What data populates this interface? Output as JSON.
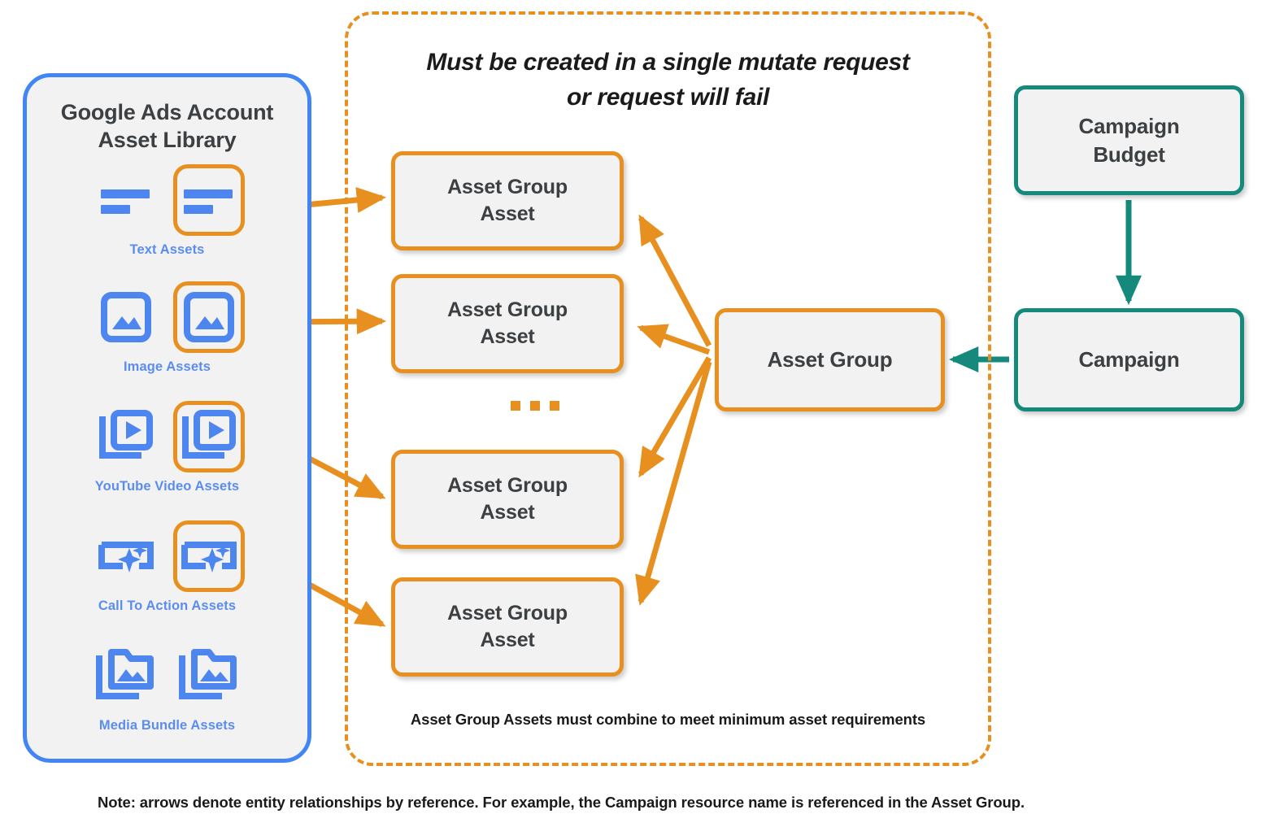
{
  "library": {
    "title": "Google Ads Account\nAsset Library",
    "title_line1": "Google Ads Account",
    "title_line2": "Asset Library",
    "border_color": "#4285f4",
    "label_color": "#5b8def",
    "items": [
      {
        "label": "Text Assets",
        "icon": "text-asset-icon"
      },
      {
        "label": "Image Assets",
        "icon": "image-asset-icon"
      },
      {
        "label": "YouTube Video  Assets",
        "icon": "youtube-video-asset-icon"
      },
      {
        "label": "Call To Action Assets",
        "icon": "call-to-action-asset-icon"
      },
      {
        "label": "Media Bundle  Assets",
        "icon": "media-bundle-asset-icon"
      }
    ]
  },
  "mutate_container": {
    "heading_line1": "Must be created in a single mutate request",
    "heading_line2": "or request will fail",
    "footnote": "Asset Group Assets must combine to meet minimum asset requirements",
    "border_color": "#e8901f",
    "border_style": "dashed"
  },
  "nodes": {
    "asset_group_assets": [
      {
        "line1": "Asset Group",
        "line2": "Asset"
      },
      {
        "line1": "Asset Group",
        "line2": "Asset"
      },
      {
        "line1": "Asset Group",
        "line2": "Asset"
      },
      {
        "line1": "Asset Group",
        "line2": "Asset"
      }
    ],
    "ellipsis": "…",
    "asset_group": "Asset Group",
    "campaign_budget_line1": "Campaign",
    "campaign_budget_line2": "Budget",
    "campaign": "Campaign"
  },
  "colors": {
    "orange": "#e8901f",
    "teal": "#15897b",
    "blue": "#4285f4",
    "label_blue": "#5b8def",
    "node_fill": "#f2f2f2",
    "text_dark": "#3c4043"
  },
  "footer": {
    "note": "Note: arrows denote entity relationships by reference. For example, the Campaign resource name is referenced in the Asset Group."
  }
}
